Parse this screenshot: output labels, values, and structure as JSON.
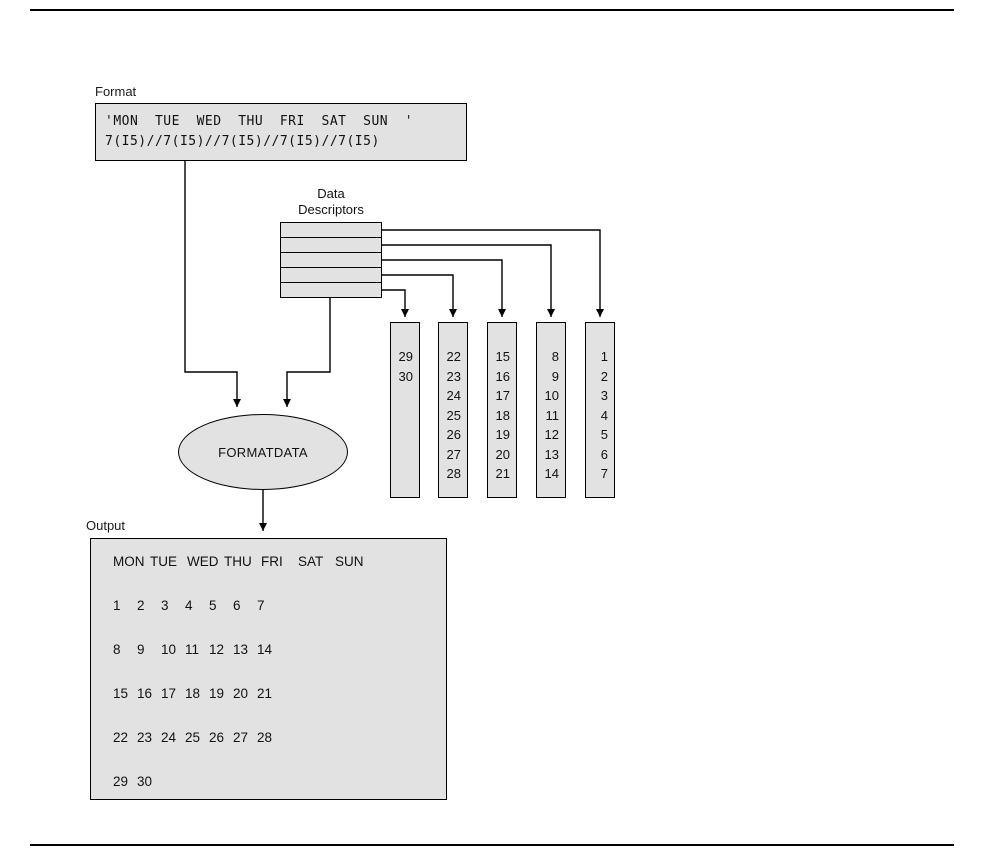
{
  "figure": {
    "format": {
      "label": "Format",
      "line1": "'MON  TUE  WED  THU  FRI  SAT  SUN  '",
      "line2": "7(I5)//7(I5)//7(I5)//7(I5)//7(I5)"
    },
    "descriptors": {
      "label_line1": "Data",
      "label_line2": "Descriptors",
      "count": 5
    },
    "process": {
      "label": "FORMATDATA"
    },
    "columns": [
      {
        "values": [
          "29",
          "30"
        ]
      },
      {
        "values": [
          "22",
          "23",
          "24",
          "25",
          "26",
          "27",
          "28"
        ]
      },
      {
        "values": [
          "15",
          "16",
          "17",
          "18",
          "19",
          "20",
          "21"
        ]
      },
      {
        "values": [
          "8",
          "9",
          "10",
          "11",
          "12",
          "13",
          "14"
        ]
      },
      {
        "values": [
          "1",
          "2",
          "3",
          "4",
          "5",
          "6",
          "7"
        ]
      }
    ],
    "output": {
      "label": "Output",
      "header": [
        "MON",
        "TUE",
        "WED",
        "THU",
        "FRI",
        "SAT",
        "SUN"
      ],
      "rows": [
        [
          "1",
          "2",
          "3",
          "4",
          "5",
          "6",
          "7"
        ],
        [
          "8",
          "9",
          "10",
          "11",
          "12",
          "13",
          "14"
        ],
        [
          "15",
          "16",
          "17",
          "18",
          "19",
          "20",
          "21"
        ],
        [
          "22",
          "23",
          "24",
          "25",
          "26",
          "27",
          "28"
        ],
        [
          "29",
          "30"
        ]
      ]
    },
    "colors": {
      "box_fill": "#e2e2e2",
      "line": "#000000"
    }
  }
}
